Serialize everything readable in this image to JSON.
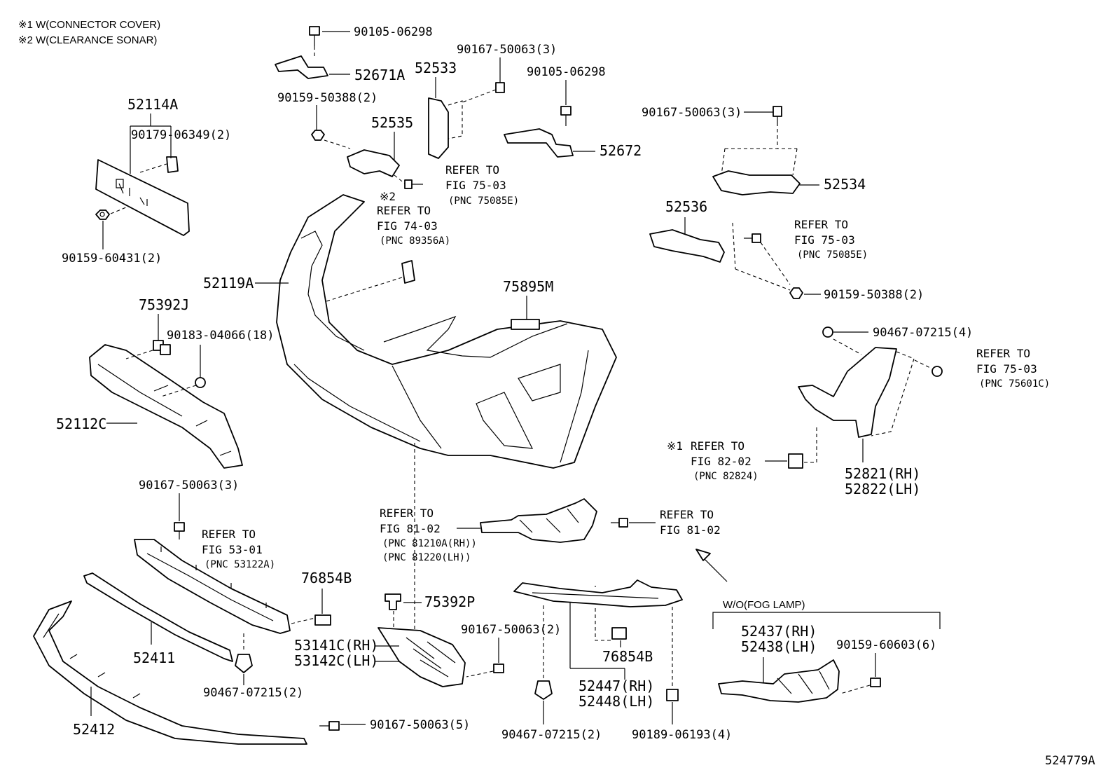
{
  "notes": {
    "note1": "※1 W(CONNECTOR COVER)",
    "note2": "※2 W(CLEARANCE SONAR)"
  },
  "labels": {
    "p52114A": "52114A",
    "p90179": "90179-06349(2)",
    "p90159_60431": "90159-60431(2)",
    "p90105_top": "90105-06298",
    "p52671A": "52671A",
    "p90159_50388_top": "90159-50388(2)",
    "p52535": "52535",
    "p52533": "52533",
    "p90167_top": "90167-50063(3)",
    "p90105_right": "90105-06298",
    "p52672": "52672",
    "p90167_right": "90167-50063(3)",
    "p52534": "52534",
    "p52536": "52536",
    "p90159_50388_right": "90159-50388(2)",
    "p52119A": "52119A",
    "p75895M": "75895M",
    "p75392J": "75392J",
    "p90183": "90183-04066(18)",
    "p52112C": "52112C",
    "p90467_right": "90467-07215(4)",
    "p52821": "52821(RH)",
    "p52822": "52822(LH)",
    "p90167_left": "90167-50063(3)",
    "p76854B_left": "76854B",
    "p52411": "52411",
    "p90467_mid": "90467-07215(2)",
    "p52412": "52412",
    "p90167_bottom": "90167-50063(5)",
    "p75392P": "75392P",
    "p53141C": "53141C(RH)",
    "p53142C": "53142C(LH)",
    "p90167_mid": "90167-50063(2)",
    "p90467_bottom": "90467-07215(2)",
    "p76854B_right": "76854B",
    "p52447": "52447(RH)",
    "p52448": "52448(LH)",
    "p90189": "90189-06193(4)",
    "p52437": "52437(RH)",
    "p52438": "52438(LH)",
    "p90159_60603": "90159-60603(6)",
    "fog_group": "W/O(FOG LAMP)",
    "fig_number": "524779A"
  },
  "refs": {
    "ref1": {
      "mark": "",
      "line1": "REFER TO",
      "line2": "FIG 75-03",
      "pnc": "(PNC 75085E)"
    },
    "ref2": {
      "mark": "※2",
      "line1": "REFER TO",
      "line2": "FIG 74-03",
      "pnc": "(PNC 89356A)"
    },
    "ref3": {
      "mark": "",
      "line1": "REFER TO",
      "line2": "FIG 75-03",
      "pnc": "(PNC 75085E)"
    },
    "ref4": {
      "mark": "",
      "line1": "REFER TO",
      "line2": "FIG 75-03",
      "pnc": "(PNC 75601C)"
    },
    "ref5": {
      "mark": "※1",
      "line1": "REFER TO",
      "line2": "FIG 82-02",
      "pnc": "(PNC 82824)"
    },
    "ref6": {
      "mark": "",
      "line1": "REFER TO",
      "line2": "FIG 53-01",
      "pnc": "(PNC 53122A)"
    },
    "ref7": {
      "mark": "",
      "line1": "REFER TO",
      "line2": "FIG 81-02",
      "pnc": "(PNC 81210A(RH))",
      "pnc2": "(PNC 81220(LH))"
    },
    "ref8": {
      "mark": "",
      "line1": "REFER TO",
      "line2": "FIG 81-02"
    }
  }
}
